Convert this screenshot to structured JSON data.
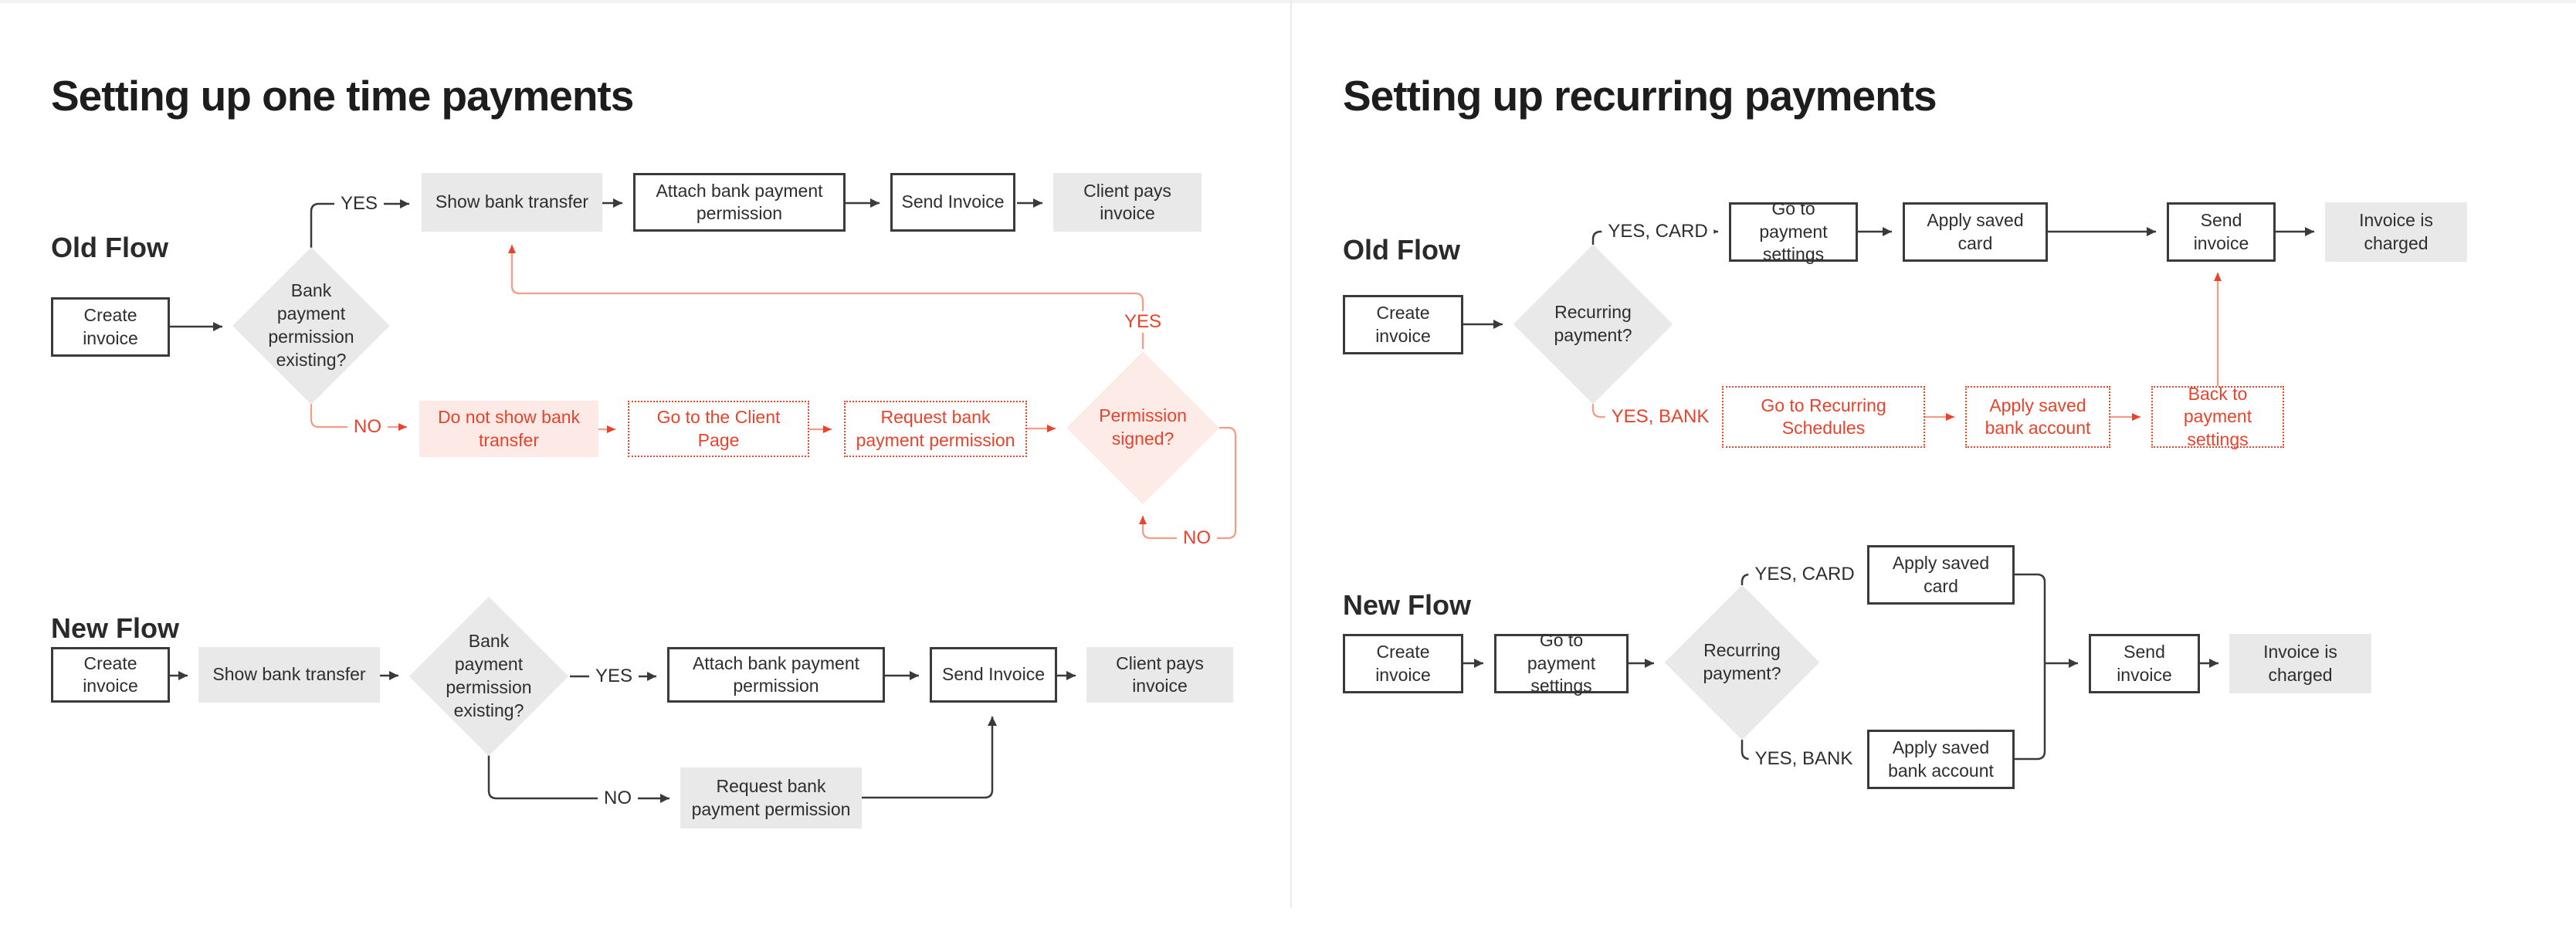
{
  "colors": {
    "text_dark": "#2e2e2e",
    "line_dark": "#3a3a3a",
    "accent_red": "#e8432c",
    "line_red_light": "#f59c88",
    "fill_gray": "#e9e9e9",
    "fill_pink_box": "#fdeae6",
    "fill_pink_diamond": "#fcebe7"
  },
  "one_time": {
    "title": "Setting up one time payments",
    "old_flow": {
      "label": "Old Flow",
      "nodes": {
        "create_invoice": "Create invoice",
        "decision_permission_existing": "Bank payment permission existing?",
        "show_bank_transfer": "Show bank transfer",
        "attach_bank_payment_permission": "Attach bank payment permission",
        "send_invoice": "Send Invoice",
        "client_pays_invoice": "Client pays invoice",
        "do_not_show_bank_transfer": "Do not show bank transfer",
        "go_to_client_page": "Go to the Client Page",
        "request_bank_payment_permission": "Request bank payment permission",
        "decision_permission_signed": "Permission signed?"
      },
      "edge_labels": {
        "existing_yes": "YES",
        "existing_no": "NO",
        "signed_yes": "YES",
        "signed_no": "NO"
      }
    },
    "new_flow": {
      "label": "New Flow",
      "nodes": {
        "create_invoice": "Create invoice",
        "show_bank_transfer": "Show bank transfer",
        "decision_permission_existing": "Bank payment permission existing?",
        "attach_bank_payment_permission": "Attach bank payment permission",
        "send_invoice": "Send Invoice",
        "client_pays_invoice": "Client pays invoice",
        "request_bank_payment_permission": "Request bank payment permission"
      },
      "edge_labels": {
        "existing_yes": "YES",
        "existing_no": "NO"
      }
    }
  },
  "recurring": {
    "title": "Setting up recurring payments",
    "old_flow": {
      "label": "Old Flow",
      "nodes": {
        "create_invoice": "Create invoice",
        "decision_recurring_payment": "Recurring payment?",
        "go_to_payment_settings": "Go to payment settings",
        "apply_saved_card": "Apply saved card",
        "send_invoice": "Send invoice",
        "invoice_is_charged": "Invoice is charged",
        "go_to_recurring_schedules": "Go to Recurring Schedules",
        "apply_saved_bank_account": "Apply saved bank account",
        "back_to_payment_settings": "Back to payment settings"
      },
      "edge_labels": {
        "yes_card": "YES, CARD",
        "yes_bank": "YES, BANK"
      }
    },
    "new_flow": {
      "label": "New Flow",
      "nodes": {
        "create_invoice": "Create invoice",
        "go_to_payment_settings": "Go to payment settings",
        "decision_recurring_payment": "Recurring payment?",
        "apply_saved_card": "Apply saved card",
        "apply_saved_bank_account": "Apply saved bank account",
        "send_invoice": "Send invoice",
        "invoice_is_charged": "Invoice is charged"
      },
      "edge_labels": {
        "yes_card": "YES, CARD",
        "yes_bank": "YES, BANK"
      }
    }
  }
}
